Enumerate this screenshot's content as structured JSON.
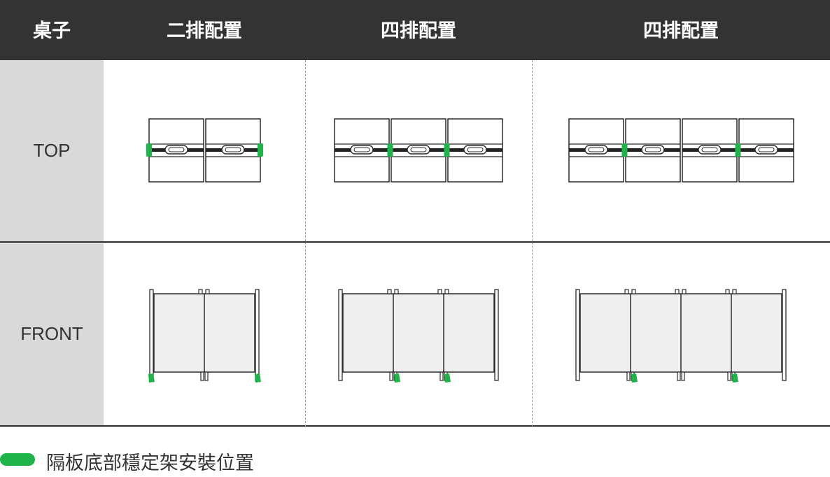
{
  "header": {
    "col0": "桌子",
    "col1": "二排配置",
    "col2": "四排配置",
    "col3": "四排配置"
  },
  "rows": {
    "top_label": "TOP",
    "front_label": "FRONT"
  },
  "configs": [
    {
      "panels": 2,
      "stabilizers_top": [
        0,
        2
      ],
      "stabilizers_front": [
        0,
        2
      ]
    },
    {
      "panels": 3,
      "stabilizers_top": [
        1,
        2
      ],
      "stabilizers_front": [
        1,
        2
      ]
    },
    {
      "panels": 4,
      "stabilizers_top": [
        1,
        3
      ],
      "stabilizers_front": [
        1,
        3
      ]
    }
  ],
  "legend": {
    "text": "隔板底部穩定架安裝位置",
    "icon": "green-pill-icon"
  },
  "colors": {
    "header_bg": "#333333",
    "side_bg": "#d9d9d9",
    "stabilizer": "#1db449",
    "panel_fill": "#efefef",
    "line": "#2a2a2a"
  }
}
